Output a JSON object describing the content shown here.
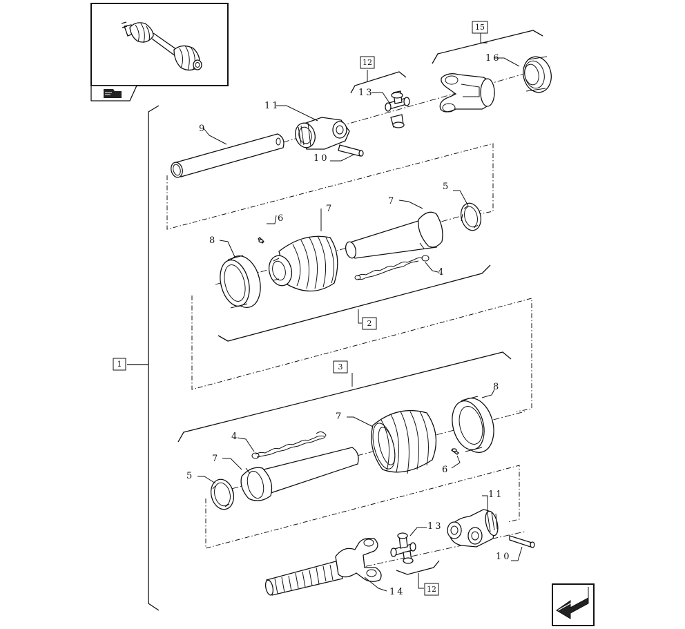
{
  "diagram": {
    "callouts": {
      "c1": "1",
      "c2": "2",
      "c3": "3",
      "c4a": "4",
      "c4b": "4",
      "c5a": "5",
      "c5b": "5",
      "c6a": "6",
      "c6b": "6",
      "c7a": "7",
      "c7b": "7",
      "c7c": "7",
      "c7d": "7",
      "c8a": "8",
      "c8b": "8",
      "c9": "9",
      "c10a": "10",
      "c10b": "10",
      "c11a": "11",
      "c11b": "11",
      "c12a": "12",
      "c12b": "12",
      "c13a": "13",
      "c13b": "13",
      "c14": "14",
      "c15": "15",
      "c16": "16"
    },
    "icons": [
      "thumbnail-shaft-icon",
      "book-icon",
      "back-arrow-icon"
    ]
  }
}
